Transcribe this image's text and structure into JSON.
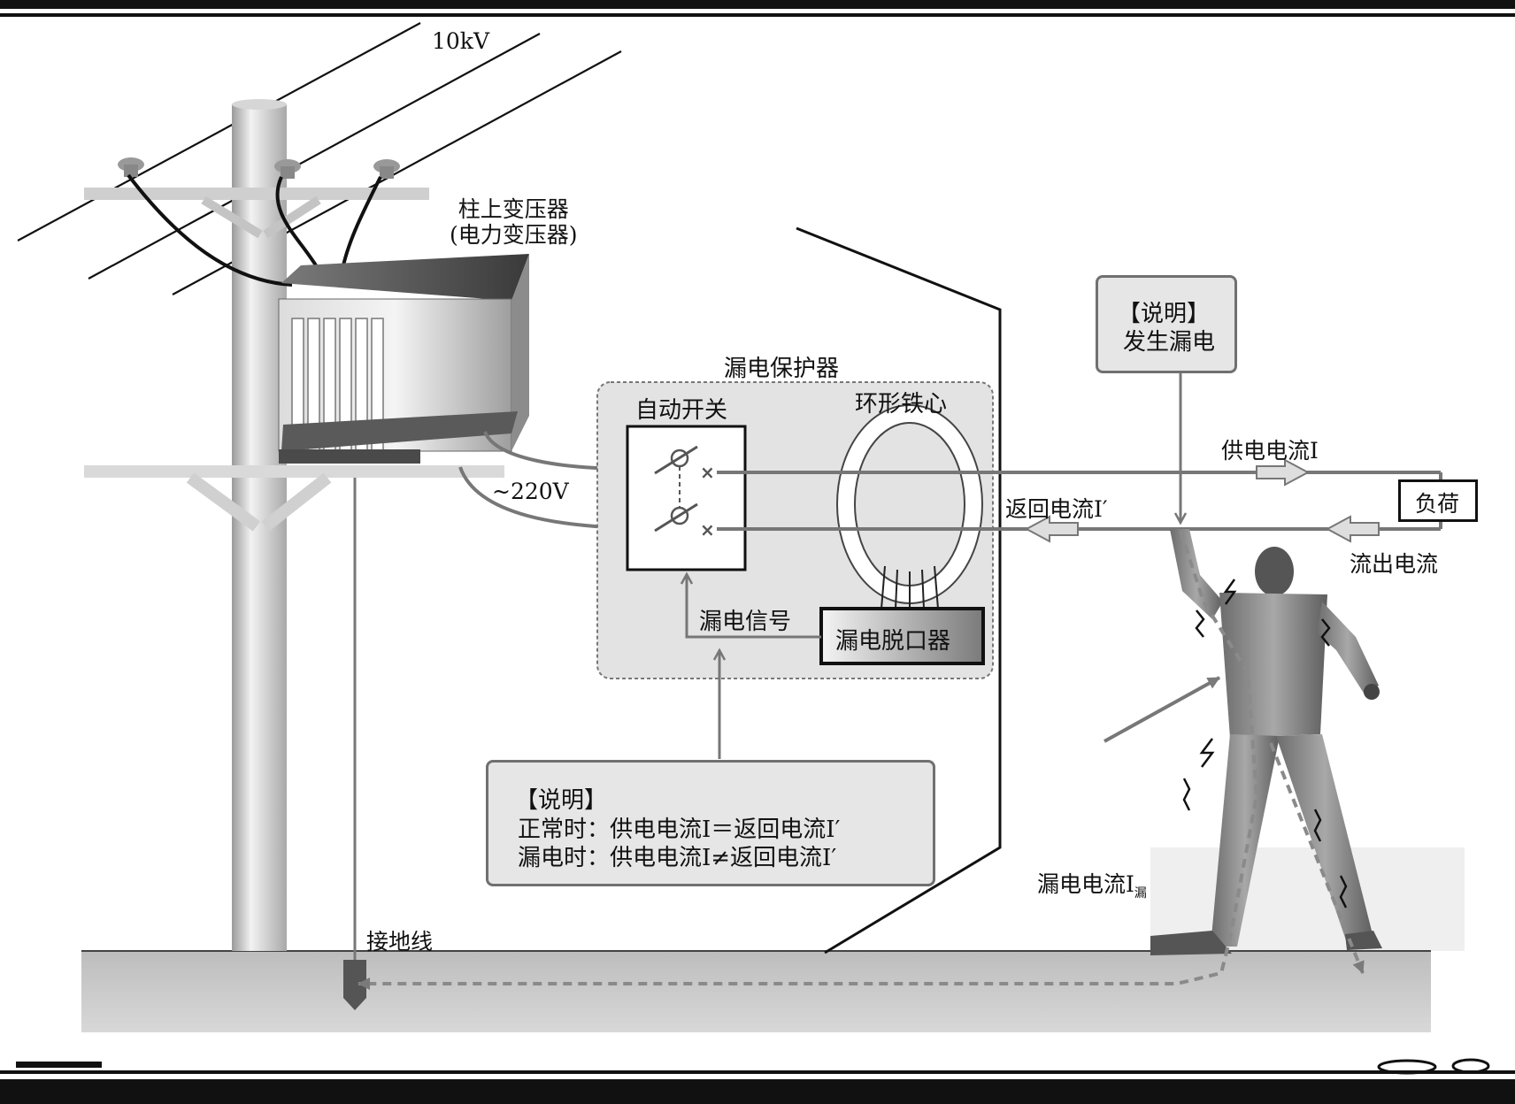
{
  "labels": {
    "voltage_high": "10kV",
    "transformer_line1": "柱上变压器",
    "transformer_line2": "(电力变压器)",
    "voltage_low": "~220V",
    "protector_title": "漏电保护器",
    "auto_switch": "自动开关",
    "ring_core": "环形铁心",
    "leak_signal": "漏电信号",
    "leak_trip": "漏电脱口器",
    "supply_current": "供电电流I",
    "return_current": "返回电流I′",
    "load": "负荷",
    "outflow_current": "流出电流",
    "leak_current": "漏电电流I",
    "leak_current_sub": "漏",
    "ground_wire": "接地线"
  },
  "note_top": {
    "title": "【说明】",
    "text": "发生漏电"
  },
  "note_bottom": {
    "title": "【说明】",
    "line1": "正常时：供电电流I＝返回电流I′",
    "line2": "漏电时：供电电流I≠返回电流I′"
  },
  "colors": {
    "wire": "#777777",
    "note_fill": "#e6e6e6",
    "ground": "#cfcfcf",
    "person": "#8a8a8a"
  }
}
